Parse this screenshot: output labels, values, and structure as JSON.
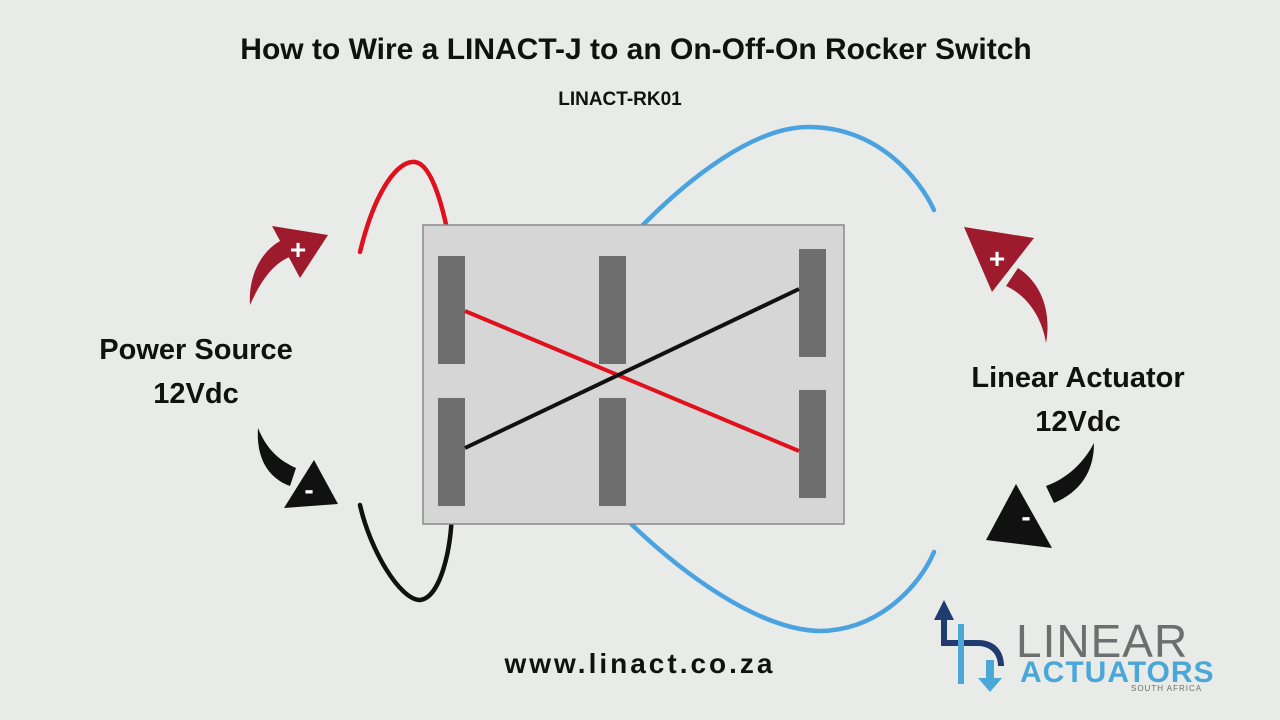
{
  "title": "How to Wire a LINACT-J to an On-Off-On Rocker Switch",
  "subtitle": "LINACT-RK01",
  "power_source": {
    "line1": "Power Source",
    "line2": "12Vdc",
    "positive_symbol": "+",
    "negative_symbol": "-"
  },
  "linear_actuator": {
    "line1": "Linear Actuator",
    "line2": "12Vdc",
    "positive_symbol": "+",
    "negative_symbol": "-"
  },
  "website": "www.linact.co.za",
  "logo": {
    "word1": "LINEAR",
    "word2": "ACTUATORS",
    "tagline": "SOUTH AFRICA"
  },
  "colors": {
    "background": "#e9ebe8",
    "switch_body": "#d6d6d6",
    "terminal": "#6e6e6e",
    "wire_red": "#e0101c",
    "wire_black": "#111111",
    "wire_blue": "#4aa3e0",
    "arrow_positive": "#9e1b2e",
    "arrow_negative": "#111111",
    "logo_grey": "#6d6e70",
    "logo_blue": "#4aa7d8",
    "logo_navy": "#1f3b6f"
  }
}
